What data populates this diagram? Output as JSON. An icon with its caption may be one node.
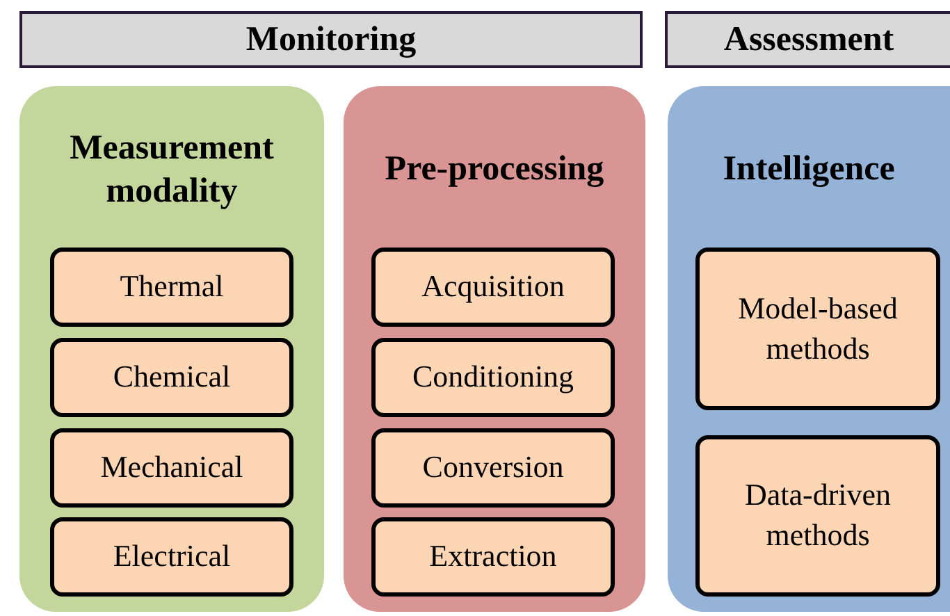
{
  "diagram": {
    "nodes": [
      {
        "text": [
          "Monitoring"
        ]
      },
      {
        "text": [
          "Assessment"
        ]
      },
      {
        "text": [
          "Measurement modality"
        ]
      },
      {
        "text": [
          "Thermal"
        ],
        "in": 2
      },
      {
        "text": [
          "Chemical"
        ],
        "in": 2
      },
      {
        "text": [
          "Mechanical"
        ],
        "in": 2
      },
      {
        "text": [
          "Electrical"
        ],
        "in": 2
      },
      {
        "text": [
          "Pre-processing"
        ]
      },
      {
        "text": [
          "Acquisition"
        ],
        "in": 7
      },
      {
        "text": [
          "Conditioning"
        ],
        "in": 7
      },
      {
        "text": [
          "Conversion"
        ],
        "in": 7
      },
      {
        "text": [
          "Extraction"
        ],
        "in": 7
      },
      {
        "text": [
          "Intelligence"
        ]
      },
      {
        "text": [
          "Model-based methods"
        ],
        "in": 12
      },
      {
        "text": [
          "Data-driven methods"
        ],
        "in": 12
      }
    ]
  }
}
